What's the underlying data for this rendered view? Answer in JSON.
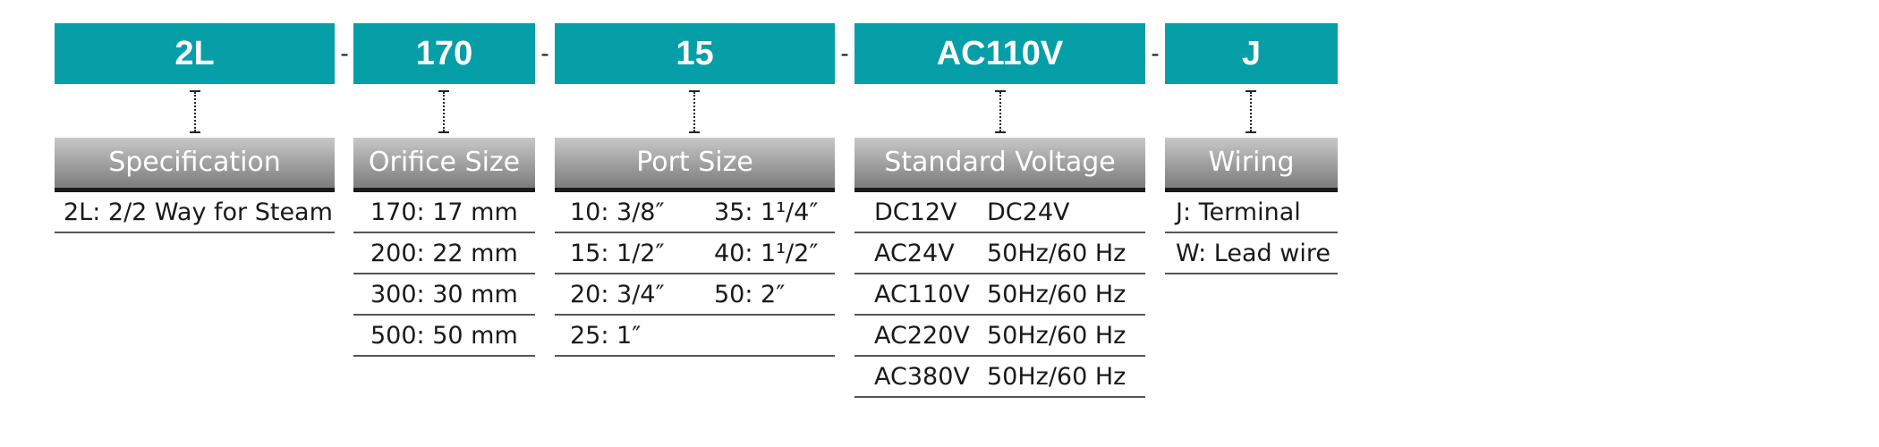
{
  "codes": [
    "2L",
    "170",
    "15",
    "AC110V",
    "J"
  ],
  "separator": "-",
  "colors": {
    "code_bg": "#069ea7",
    "header_bg": "#9a9a9a",
    "rule": "#1a1a1a"
  },
  "columns": {
    "specification": {
      "title": "Specification",
      "rows": [
        "2L: 2/2 Way for Steam"
      ]
    },
    "orifice": {
      "title": "Orifice Size",
      "rows": [
        "170: 17 mm",
        "200: 22 mm",
        "300: 30 mm",
        "500: 50 mm"
      ]
    },
    "port": {
      "title": "Port Size",
      "rows": [
        [
          "10: 3/8″",
          "35: 1¹/4″"
        ],
        [
          "15: 1/2″",
          "40: 1¹/2″"
        ],
        [
          "20: 3/4″",
          "50: 2″"
        ],
        [
          "25: 1″",
          ""
        ]
      ]
    },
    "voltage": {
      "title": "Standard Voltage",
      "rows": [
        [
          "DC12V",
          "DC24V"
        ],
        [
          "AC24V",
          "50Hz/60 Hz"
        ],
        [
          "AC110V",
          "50Hz/60 Hz"
        ],
        [
          "AC220V",
          "50Hz/60 Hz"
        ],
        [
          "AC380V",
          "50Hz/60 Hz"
        ]
      ]
    },
    "wiring": {
      "title": "Wiring",
      "rows": [
        "J: Terminal",
        "W: Lead wire"
      ]
    }
  }
}
